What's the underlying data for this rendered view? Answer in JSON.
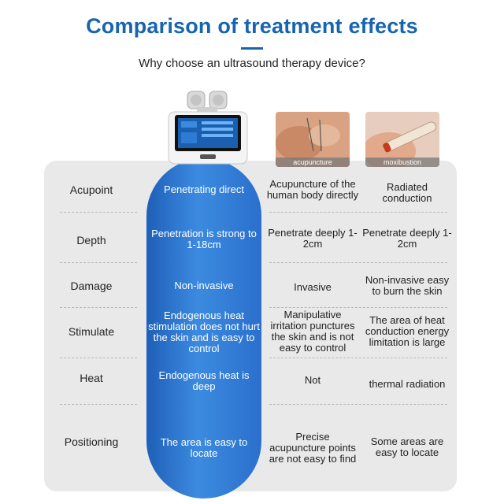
{
  "header": {
    "title": "Comparison of treatment effects",
    "subtitle": "Why choose an ultrasound therapy device?"
  },
  "colors": {
    "accent": "#1764b0",
    "panel": "#e9e9e9",
    "column": "#2a6fcc"
  },
  "images": [
    {
      "icon": "ultrasound-device-icon"
    },
    {
      "icon": "acupuncture-photo",
      "label": "acupuncture"
    },
    {
      "icon": "moxibustion-photo",
      "label": "moxibustion"
    }
  ],
  "rows": [
    {
      "label": "Acupoint",
      "device": "Penetrating direct",
      "acupuncture": "Acupuncture of the human body directly",
      "moxibustion": "Radiated conduction"
    },
    {
      "label": "Depth",
      "device": "Penetration is strong to 1-18cm",
      "acupuncture": "Penetrate deeply 1-2cm",
      "moxibustion": "Penetrate deeply 1-2cm"
    },
    {
      "label": "Damage",
      "device": "Non-invasive",
      "acupuncture": "Invasive",
      "moxibustion": "Non-invasive easy to burn the skin"
    },
    {
      "label": "Stimulate",
      "device": "Endogenous heat stimulation does not hurt the skin and is easy to control",
      "acupuncture": "Manipulative irritation punctures the skin and is not easy to control",
      "moxibustion": "The area of heat conduction energy limitation is large"
    },
    {
      "label": "Heat",
      "device": "Endogenous heat is deep",
      "acupuncture": "Not",
      "moxibustion": "thermal radiation"
    },
    {
      "label": "Positioning",
      "device": "The area is easy to locate",
      "acupuncture": "Precise acupuncture points are not easy to find",
      "moxibustion": "Some areas are easy to locate"
    }
  ]
}
